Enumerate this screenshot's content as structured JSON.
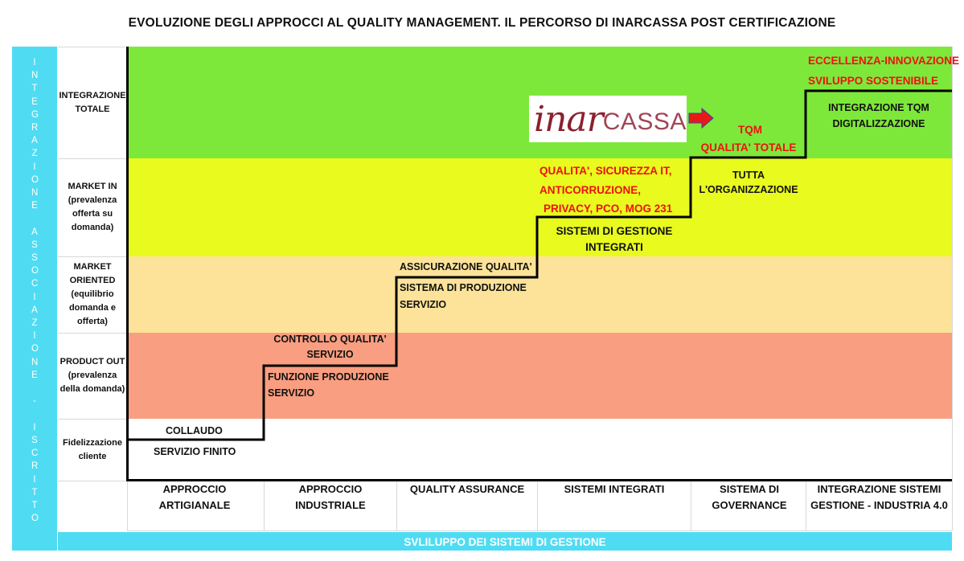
{
  "title": "EVOLUZIONE DEGLI APPROCCI AL QUALITY MANAGEMENT. IL PERCORSO DI INARCASSA POST CERTIFICAZIONE",
  "side_axis_label": "INTEGRAZIONE ASSOCIAZIONE - ISCRITTO",
  "bottom_axis_label": "SVLILUPPO DEI SISTEMI DI GESTIONE",
  "rows": [
    {
      "label": "INTEGRAZIONE TOTALE",
      "color": "#7ee83a"
    },
    {
      "label": "MARKET IN (prevalenza offerta su domanda)",
      "color": "#e8fa1e"
    },
    {
      "label": "MARKET ORIENTED (equilibrio domanda e offerta)",
      "color": "#fce399"
    },
    {
      "label": "PRODUCT OUT (prevalenza della domanda)",
      "color": "#f99e80"
    },
    {
      "label": "Fidelizzazione cliente",
      "color": "#ffffff"
    }
  ],
  "columns": [
    "APPROCCIO ARTIGIANALE",
    "APPROCCIO INDUSTRIALE",
    "QUALITY ASSURANCE",
    "SISTEMI INTEGRATI",
    "SISTEMA DI GOVERNANCE",
    "INTEGRAZIONE SISTEMI GESTIONE - INDUSTRIA 4.0"
  ],
  "steps": {
    "s1_above": "COLLAUDO",
    "s1_below": "SERVIZIO FINITO",
    "s2_above": "CONTROLLO QUALITA' SERVIZIO",
    "s2_below": "FUNZIONE PRODUZIONE SERVIZIO",
    "s3_above": "ASSICURAZIONE QUALITA'",
    "s3_below": "SISTEMA DI PRODUZIONE SERVIZIO",
    "s4_above_red": [
      "QUALITA', SICUREZZA IT,",
      "ANTICORRUZIONE,",
      "PRIVACY, PCO, MOG 231"
    ],
    "s4_below": "SISTEMI DI GESTIONE INTEGRATI",
    "s5_above_red": [
      "TQM",
      "QUALITA' TOTALE"
    ],
    "s5_below": "TUTTA L'ORGANIZZAZIONE",
    "s6_above_red": [
      "ECCELLENZA-INNOVAZIONE",
      "SVILUPPO SOSTENIBILE"
    ],
    "s6_below": "INTEGRAZIONE TQM DIGITALIZZAZIONE"
  },
  "logo": {
    "part1": "inar",
    "part2": "CASSA"
  },
  "colors": {
    "side_bar": "#4fdcf2",
    "red_text": "#ee1111",
    "arrow": "#e81818",
    "step_line": "#000000"
  }
}
